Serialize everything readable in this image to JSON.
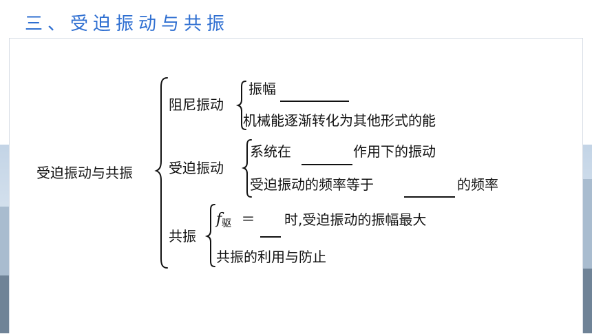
{
  "heading": "三、受迫振动与共振",
  "root": "受迫振动与共振",
  "branches": [
    {
      "label": "阻尼振动",
      "items": [
        {
          "before": "振幅",
          "after": ""
        },
        {
          "before": "机械能逐渐转化为其他形式的能",
          "after": ""
        }
      ]
    },
    {
      "label": "受迫振动",
      "items": [
        {
          "before": "系统在",
          "after": "作用下的振动"
        },
        {
          "before": "受迫振动的频率等于",
          "after": "的频率"
        }
      ]
    },
    {
      "label": "共振",
      "items": [
        {
          "symbol": "f",
          "subscript": "驱",
          "operator": "＝",
          "after": "时,受迫振动的振幅最大"
        },
        {
          "before": "共振的利用与防止",
          "after": ""
        }
      ]
    }
  ]
}
